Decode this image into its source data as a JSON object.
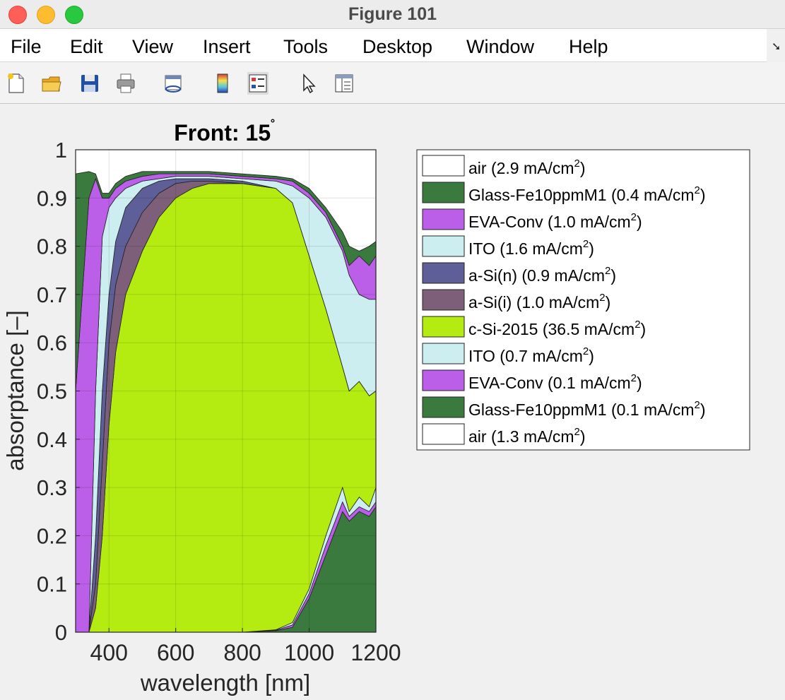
{
  "window": {
    "title": "Figure 101"
  },
  "menu": [
    "File",
    "Edit",
    "View",
    "Insert",
    "Tools",
    "Desktop",
    "Window",
    "Help"
  ],
  "toolbar": {
    "icons": [
      "new-figure-icon",
      "open-file-icon",
      "save-icon",
      "print-icon",
      "link-plot-icon",
      "colorbar-icon",
      "legend-icon",
      "edit-plot-icon",
      "property-inspector-icon"
    ]
  },
  "colors": {
    "air": "#ffffff",
    "glass": "#3a7a3f",
    "eva": "#bb5ee8",
    "ito": "#cdeef0",
    "asi_n": "#5e5e98",
    "asi_i": "#7d5f7a",
    "csi": "#b4ec12"
  },
  "chart_data": {
    "type": "area",
    "title": "Front: 15˚",
    "title_degree": "˚",
    "xlabel": "wavelength [nm]",
    "ylabel": "absorptance [–]",
    "xlim": [
      300,
      1200
    ],
    "ylim": [
      0,
      1
    ],
    "xticks": [
      "400",
      "600",
      "800",
      "1000",
      "1200"
    ],
    "yticks": [
      "0",
      "0.1",
      "0.2",
      "0.3",
      "0.4",
      "0.5",
      "0.6",
      "0.7",
      "0.8",
      "0.9",
      "1"
    ],
    "grid": true,
    "legend_position": "outside-right",
    "x": [
      300,
      340,
      360,
      380,
      400,
      420,
      450,
      500,
      550,
      600,
      650,
      700,
      800,
      900,
      950,
      1000,
      1050,
      1100,
      1120,
      1150,
      1180,
      1200
    ],
    "cumulative_boundaries": [
      {
        "name": "c-Si-2015",
        "values": [
          0,
          0,
          0.05,
          0.2,
          0.43,
          0.58,
          0.7,
          0.79,
          0.86,
          0.9,
          0.92,
          0.93,
          0.93,
          0.92,
          0.89,
          0.78,
          0.67,
          0.55,
          0.5,
          0.52,
          0.49,
          0.5
        ]
      },
      {
        "name": "a-Si(i)",
        "values": [
          0,
          0,
          0.1,
          0.35,
          0.6,
          0.72,
          0.8,
          0.87,
          0.91,
          0.93,
          0.935,
          0.935,
          0.93,
          0.92,
          0.89,
          0.78,
          0.67,
          0.55,
          0.5,
          0.52,
          0.49,
          0.5
        ]
      },
      {
        "name": "a-Si(n)",
        "values": [
          0,
          0,
          0.2,
          0.5,
          0.7,
          0.81,
          0.88,
          0.92,
          0.935,
          0.94,
          0.94,
          0.94,
          0.935,
          0.92,
          0.89,
          0.78,
          0.67,
          0.55,
          0.5,
          0.52,
          0.49,
          0.5
        ]
      },
      {
        "name": "ITO (front)",
        "values": [
          0,
          0,
          0.5,
          0.82,
          0.88,
          0.9,
          0.92,
          0.935,
          0.94,
          0.945,
          0.945,
          0.945,
          0.94,
          0.935,
          0.925,
          0.9,
          0.86,
          0.79,
          0.74,
          0.7,
          0.69,
          0.69
        ]
      },
      {
        "name": "EVA-Conv (front)",
        "values": [
          0.5,
          0.9,
          0.94,
          0.9,
          0.9,
          0.92,
          0.935,
          0.945,
          0.95,
          0.95,
          0.95,
          0.95,
          0.945,
          0.94,
          0.935,
          0.91,
          0.87,
          0.8,
          0.76,
          0.78,
          0.76,
          0.78
        ]
      },
      {
        "name": "Glass-Fe10ppmM1 (front)",
        "values": [
          0.95,
          0.955,
          0.95,
          0.91,
          0.91,
          0.93,
          0.945,
          0.955,
          0.955,
          0.955,
          0.955,
          0.955,
          0.95,
          0.945,
          0.94,
          0.92,
          0.88,
          0.83,
          0.8,
          0.79,
          0.8,
          0.81
        ]
      }
    ],
    "rear_boundaries": [
      {
        "name": "ITO (rear) top",
        "values": [
          0,
          0,
          0,
          0,
          0,
          0,
          0,
          0,
          0,
          0,
          0,
          0,
          0,
          0.005,
          0.02,
          0.09,
          0.2,
          0.3,
          0.25,
          0.28,
          0.26,
          0.3
        ]
      },
      {
        "name": "EVA-Conv (rear) top",
        "values": [
          0,
          0,
          0,
          0,
          0,
          0,
          0,
          0,
          0,
          0,
          0,
          0,
          0,
          0.004,
          0.015,
          0.08,
          0.18,
          0.27,
          0.24,
          0.26,
          0.25,
          0.27
        ]
      },
      {
        "name": "Glass (rear) top",
        "values": [
          0,
          0,
          0,
          0,
          0,
          0,
          0,
          0,
          0,
          0,
          0,
          0,
          0,
          0.003,
          0.01,
          0.07,
          0.16,
          0.25,
          0.23,
          0.25,
          0.24,
          0.26
        ]
      }
    ],
    "legend": [
      {
        "label": "air (2.9 mA/cm",
        "sup": "2",
        "close": ")",
        "color_key": "air"
      },
      {
        "label": "Glass-Fe10ppmM1 (0.4 mA/cm",
        "sup": "2",
        "close": ")",
        "color_key": "glass"
      },
      {
        "label": "EVA-Conv (1.0 mA/cm",
        "sup": "2",
        "close": ")",
        "color_key": "eva"
      },
      {
        "label": "ITO (1.6 mA/cm",
        "sup": "2",
        "close": ")",
        "color_key": "ito"
      },
      {
        "label": "a-Si(n) (0.9 mA/cm",
        "sup": "2",
        "close": ")",
        "color_key": "asi_n"
      },
      {
        "label": "a-Si(i) (1.0 mA/cm",
        "sup": "2",
        "close": ")",
        "color_key": "asi_i"
      },
      {
        "label": "c-Si-2015 (36.5 mA/cm",
        "sup": "2",
        "close": ")",
        "color_key": "csi"
      },
      {
        "label": "ITO (0.7 mA/cm",
        "sup": "2",
        "close": ")",
        "color_key": "ito"
      },
      {
        "label": "EVA-Conv (0.1 mA/cm",
        "sup": "2",
        "close": ")",
        "color_key": "eva"
      },
      {
        "label": "Glass-Fe10ppmM1 (0.1 mA/cm",
        "sup": "2",
        "close": ")",
        "color_key": "glass"
      },
      {
        "label": "air (1.3 mA/cm",
        "sup": "2",
        "close": ")",
        "color_key": "air"
      }
    ]
  }
}
